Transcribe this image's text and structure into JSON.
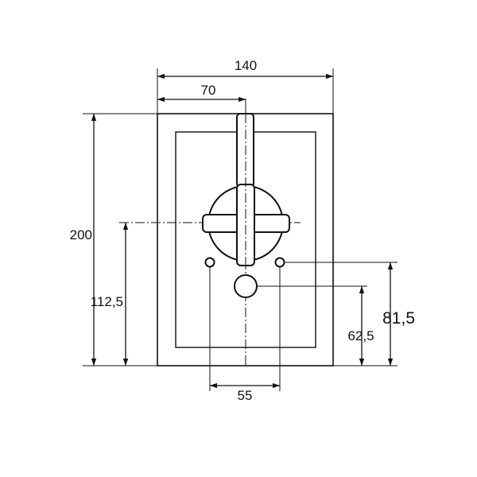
{
  "dimensions": {
    "overall_width": "140",
    "half_width": "70",
    "overall_height": "200",
    "handle_axis_height": "112,5",
    "small_hole_spacing": "55",
    "small_hole_height": "81,5",
    "center_hole_height": "62,5"
  },
  "line_color": "#111111",
  "background_color": "#ffffff"
}
